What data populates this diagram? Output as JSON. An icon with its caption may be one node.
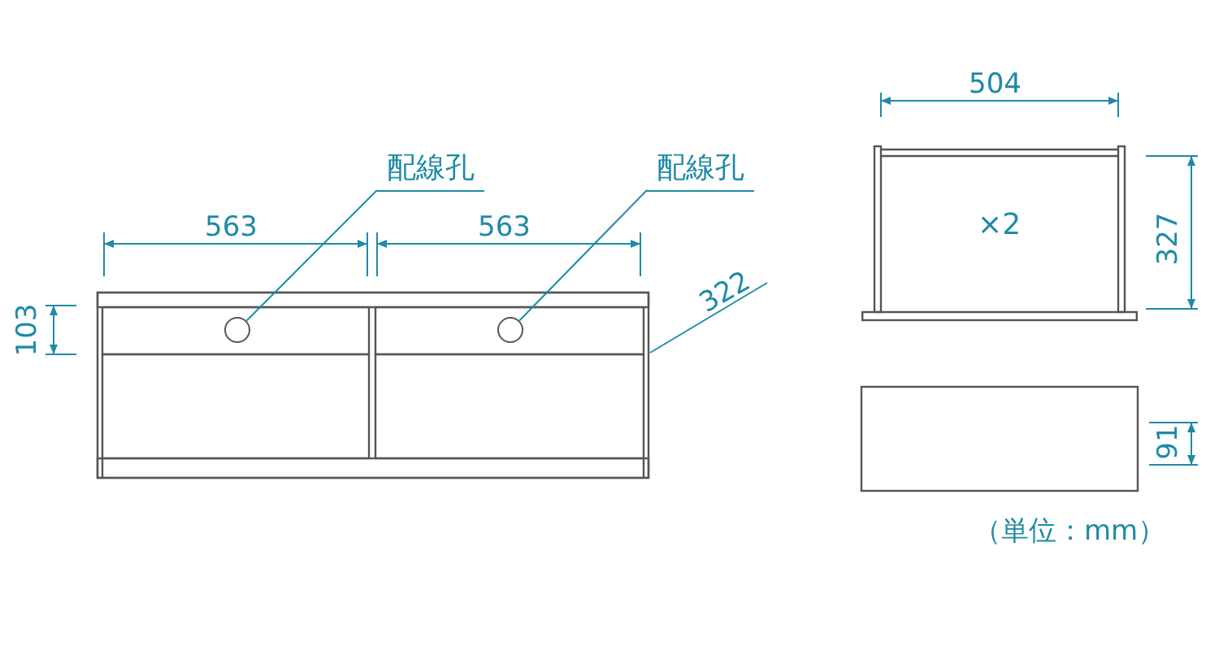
{
  "diagram": {
    "nodes": [
      {
        "text": [
          "配線孔"
        ]
      },
      {
        "text": [
          "配線孔"
        ]
      },
      {
        "text": [],
        "shape": "circle"
      },
      {
        "text": [],
        "shape": "circle"
      },
      {
        "text": [
          "×2"
        ]
      }
    ],
    "edges": [
      {
        "from": 0,
        "to": 2,
        "arrow": "none"
      },
      {
        "from": 1,
        "to": 3,
        "arrow": "none"
      }
    ],
    "labels": [
      "563",
      "563",
      "103",
      "322",
      "504",
      "327",
      "91",
      "（単位：mm）"
    ]
  }
}
